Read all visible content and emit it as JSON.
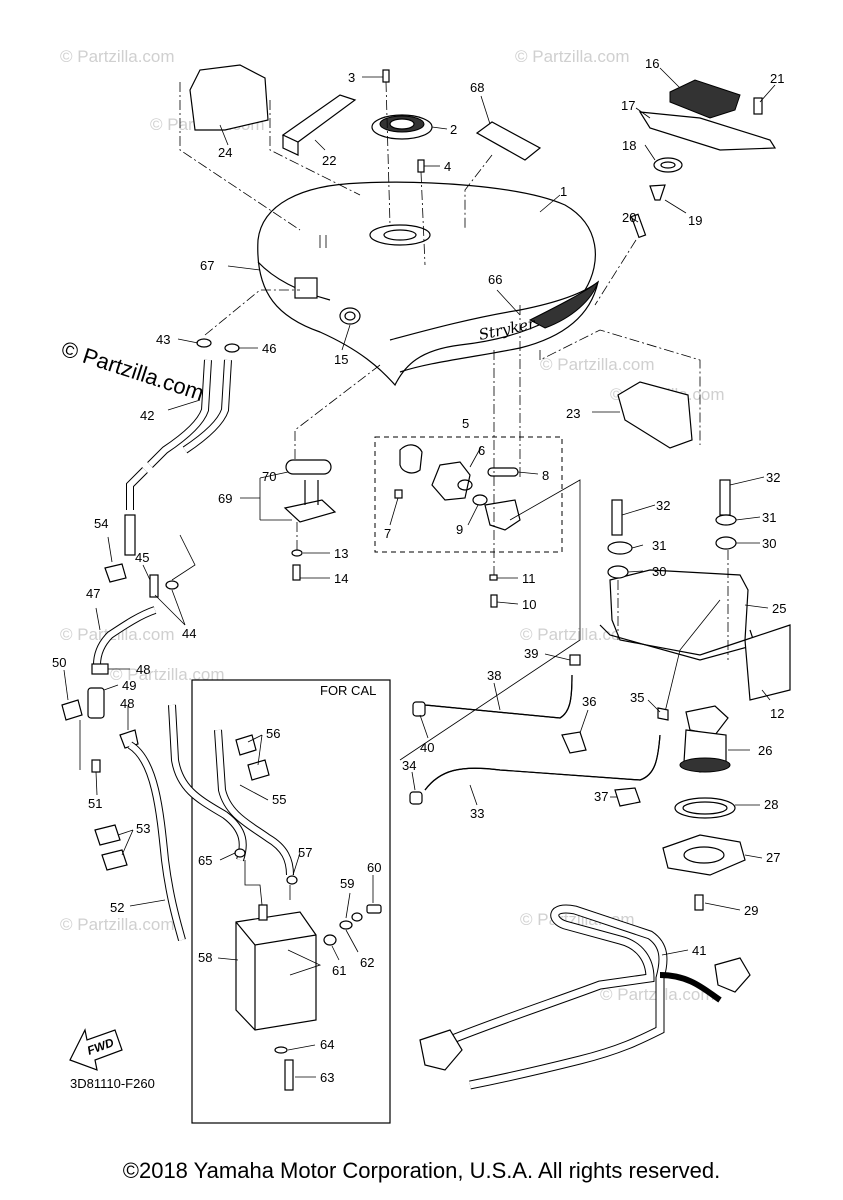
{
  "watermarks": [
    "© Partzilla.com",
    "© Partzilla.com",
    "© Partzilla.com",
    "© Partzilla.com",
    "© Partzilla.com",
    "© Partzilla.com",
    "© Partzilla.com",
    "© Partzilla.com",
    "© Partzilla.com",
    "© Partzilla.com",
    "© Partzilla.com"
  ],
  "main_watermark": "© Partzilla.com",
  "box_label": "FOR CAL",
  "fwd_label": "FWD",
  "diagram_code": "3D81110-F260",
  "tank_emblem": "Stryker",
  "copyright": "©2018 Yamaha Motor Corporation, U.S.A. All rights reserved.",
  "callouts": [
    {
      "id": "c1",
      "text": "1"
    },
    {
      "id": "c2",
      "text": "2"
    },
    {
      "id": "c3",
      "text": "3"
    },
    {
      "id": "c4",
      "text": "4"
    },
    {
      "id": "c5",
      "text": "5"
    },
    {
      "id": "c6",
      "text": "6"
    },
    {
      "id": "c7",
      "text": "7"
    },
    {
      "id": "c8",
      "text": "8"
    },
    {
      "id": "c9",
      "text": "9"
    },
    {
      "id": "c10",
      "text": "10"
    },
    {
      "id": "c11",
      "text": "11"
    },
    {
      "id": "c12",
      "text": "12"
    },
    {
      "id": "c13",
      "text": "13"
    },
    {
      "id": "c14",
      "text": "14"
    },
    {
      "id": "c15",
      "text": "15"
    },
    {
      "id": "c16",
      "text": "16"
    },
    {
      "id": "c17",
      "text": "17"
    },
    {
      "id": "c18",
      "text": "18"
    },
    {
      "id": "c19",
      "text": "19"
    },
    {
      "id": "c20",
      "text": "20"
    },
    {
      "id": "c21",
      "text": "21"
    },
    {
      "id": "c22",
      "text": "22"
    },
    {
      "id": "c23",
      "text": "23"
    },
    {
      "id": "c24",
      "text": "24"
    },
    {
      "id": "c25",
      "text": "25"
    },
    {
      "id": "c26",
      "text": "26"
    },
    {
      "id": "c27",
      "text": "27"
    },
    {
      "id": "c28",
      "text": "28"
    },
    {
      "id": "c29",
      "text": "29"
    },
    {
      "id": "c30a",
      "text": "30"
    },
    {
      "id": "c30b",
      "text": "30"
    },
    {
      "id": "c31a",
      "text": "31"
    },
    {
      "id": "c31b",
      "text": "31"
    },
    {
      "id": "c32a",
      "text": "32"
    },
    {
      "id": "c32b",
      "text": "32"
    },
    {
      "id": "c33",
      "text": "33"
    },
    {
      "id": "c34",
      "text": "34"
    },
    {
      "id": "c35",
      "text": "35"
    },
    {
      "id": "c36",
      "text": "36"
    },
    {
      "id": "c37",
      "text": "37"
    },
    {
      "id": "c38",
      "text": "38"
    },
    {
      "id": "c39",
      "text": "39"
    },
    {
      "id": "c40",
      "text": "40"
    },
    {
      "id": "c41",
      "text": "41"
    },
    {
      "id": "c42",
      "text": "42"
    },
    {
      "id": "c43",
      "text": "43"
    },
    {
      "id": "c44",
      "text": "44"
    },
    {
      "id": "c45",
      "text": "45"
    },
    {
      "id": "c46",
      "text": "46"
    },
    {
      "id": "c47",
      "text": "47"
    },
    {
      "id": "c48a",
      "text": "48"
    },
    {
      "id": "c48b",
      "text": "48"
    },
    {
      "id": "c49",
      "text": "49"
    },
    {
      "id": "c50",
      "text": "50"
    },
    {
      "id": "c51",
      "text": "51"
    },
    {
      "id": "c52",
      "text": "52"
    },
    {
      "id": "c53",
      "text": "53"
    },
    {
      "id": "c54",
      "text": "54"
    },
    {
      "id": "c55",
      "text": "55"
    },
    {
      "id": "c56",
      "text": "56"
    },
    {
      "id": "c57",
      "text": "57"
    },
    {
      "id": "c58",
      "text": "58"
    },
    {
      "id": "c59",
      "text": "59"
    },
    {
      "id": "c60",
      "text": "60"
    },
    {
      "id": "c61",
      "text": "61"
    },
    {
      "id": "c62",
      "text": "62"
    },
    {
      "id": "c63",
      "text": "63"
    },
    {
      "id": "c64",
      "text": "64"
    },
    {
      "id": "c65",
      "text": "65"
    },
    {
      "id": "c66",
      "text": "66"
    },
    {
      "id": "c67",
      "text": "67"
    },
    {
      "id": "c68",
      "text": "68"
    },
    {
      "id": "c69",
      "text": "69"
    },
    {
      "id": "c70",
      "text": "70"
    }
  ]
}
